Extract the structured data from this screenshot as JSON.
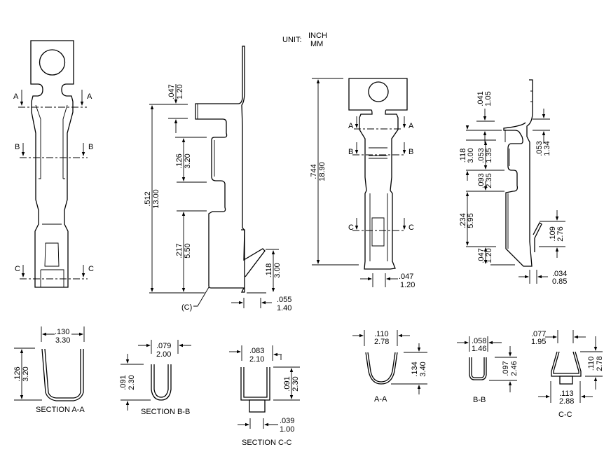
{
  "units": {
    "label": "UNIT:",
    "primary": "INCH",
    "secondary": "MM"
  },
  "section_markers": {
    "a": "A",
    "b": "B",
    "c": "C"
  },
  "callout_c": "(C)",
  "front_view_small": {
    "markers": [
      "A",
      "A",
      "B",
      "B",
      "C",
      "C"
    ]
  },
  "side_view_left": {
    "dims": [
      {
        "inch": ".047",
        "mm": "1.20"
      },
      {
        "inch": ".512",
        "mm": "13.00"
      },
      {
        "inch": ".126",
        "mm": "3.20"
      },
      {
        "inch": ".217",
        "mm": "5.50"
      },
      {
        "inch": ".118",
        "mm": "3.00"
      },
      {
        "inch": ".055",
        "mm": "1.40"
      }
    ]
  },
  "front_view_right": {
    "dims": [
      {
        "inch": ".744",
        "mm": "18.90"
      },
      {
        "inch": ".047",
        "mm": "1.20"
      }
    ]
  },
  "side_view_right": {
    "dims": [
      {
        "inch": ".041",
        "mm": "1.05"
      },
      {
        "inch": ".118",
        "mm": "3.00"
      },
      {
        "inch": ".053",
        "mm": "1.35"
      },
      {
        "inch": ".053",
        "mm": "1.34"
      },
      {
        "inch": ".093",
        "mm": "2.35"
      },
      {
        "inch": ".234",
        "mm": "5.95"
      },
      {
        "inch": ".047",
        "mm": "1.20"
      },
      {
        "inch": ".109",
        "mm": "2.76"
      },
      {
        "inch": ".034",
        "mm": "0.85"
      }
    ]
  },
  "sections_left": [
    {
      "title": "SECTION A-A",
      "dims": [
        {
          "inch": ".130",
          "mm": "3.30"
        },
        {
          "inch": ".126",
          "mm": "3.20"
        }
      ]
    },
    {
      "title": "SECTION B-B",
      "dims": [
        {
          "inch": ".079",
          "mm": "2.00"
        },
        {
          "inch": ".091",
          "mm": "2.30"
        }
      ]
    },
    {
      "title": "SECTION C-C",
      "dims": [
        {
          "inch": ".083",
          "mm": "2.10"
        },
        {
          "inch": ".091",
          "mm": "2.30"
        },
        {
          "inch": ".039",
          "mm": "1.00"
        }
      ]
    }
  ],
  "sections_right": [
    {
      "title": "A-A",
      "dims": [
        {
          "inch": ".110",
          "mm": "2.78"
        },
        {
          "inch": ".134",
          "mm": "3.40"
        }
      ]
    },
    {
      "title": "B-B",
      "dims": [
        {
          "inch": ".058",
          "mm": "1.46"
        },
        {
          "inch": ".097",
          "mm": "2.46"
        }
      ]
    },
    {
      "title": "C-C",
      "dims": [
        {
          "inch": ".077",
          "mm": "1.95"
        },
        {
          "inch": ".110",
          "mm": "2.78"
        },
        {
          "inch": ".113",
          "mm": "2.88"
        }
      ]
    }
  ]
}
